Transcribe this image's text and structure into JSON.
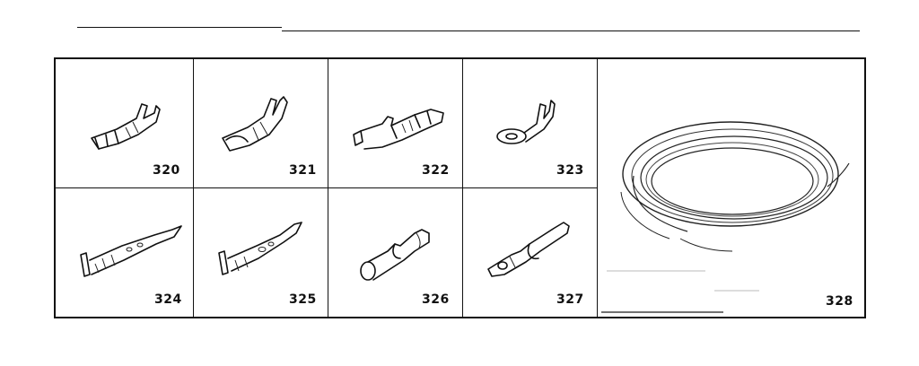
{
  "parts": [
    {
      "number": "320",
      "icon": "flag-terminal-icon"
    },
    {
      "number": "321",
      "icon": "female-spade-terminal-icon"
    },
    {
      "number": "322",
      "icon": "spade-terminal-icon"
    },
    {
      "number": "323",
      "icon": "ring-terminal-icon"
    },
    {
      "number": "324",
      "icon": "long-pin-terminal-icon"
    },
    {
      "number": "325",
      "icon": "pin-terminal-icon"
    },
    {
      "number": "326",
      "icon": "bullet-connector-icon"
    },
    {
      "number": "327",
      "icon": "bullet-sleeve-terminal-icon"
    },
    {
      "number": "328",
      "icon": "coiled-cable-icon"
    }
  ]
}
